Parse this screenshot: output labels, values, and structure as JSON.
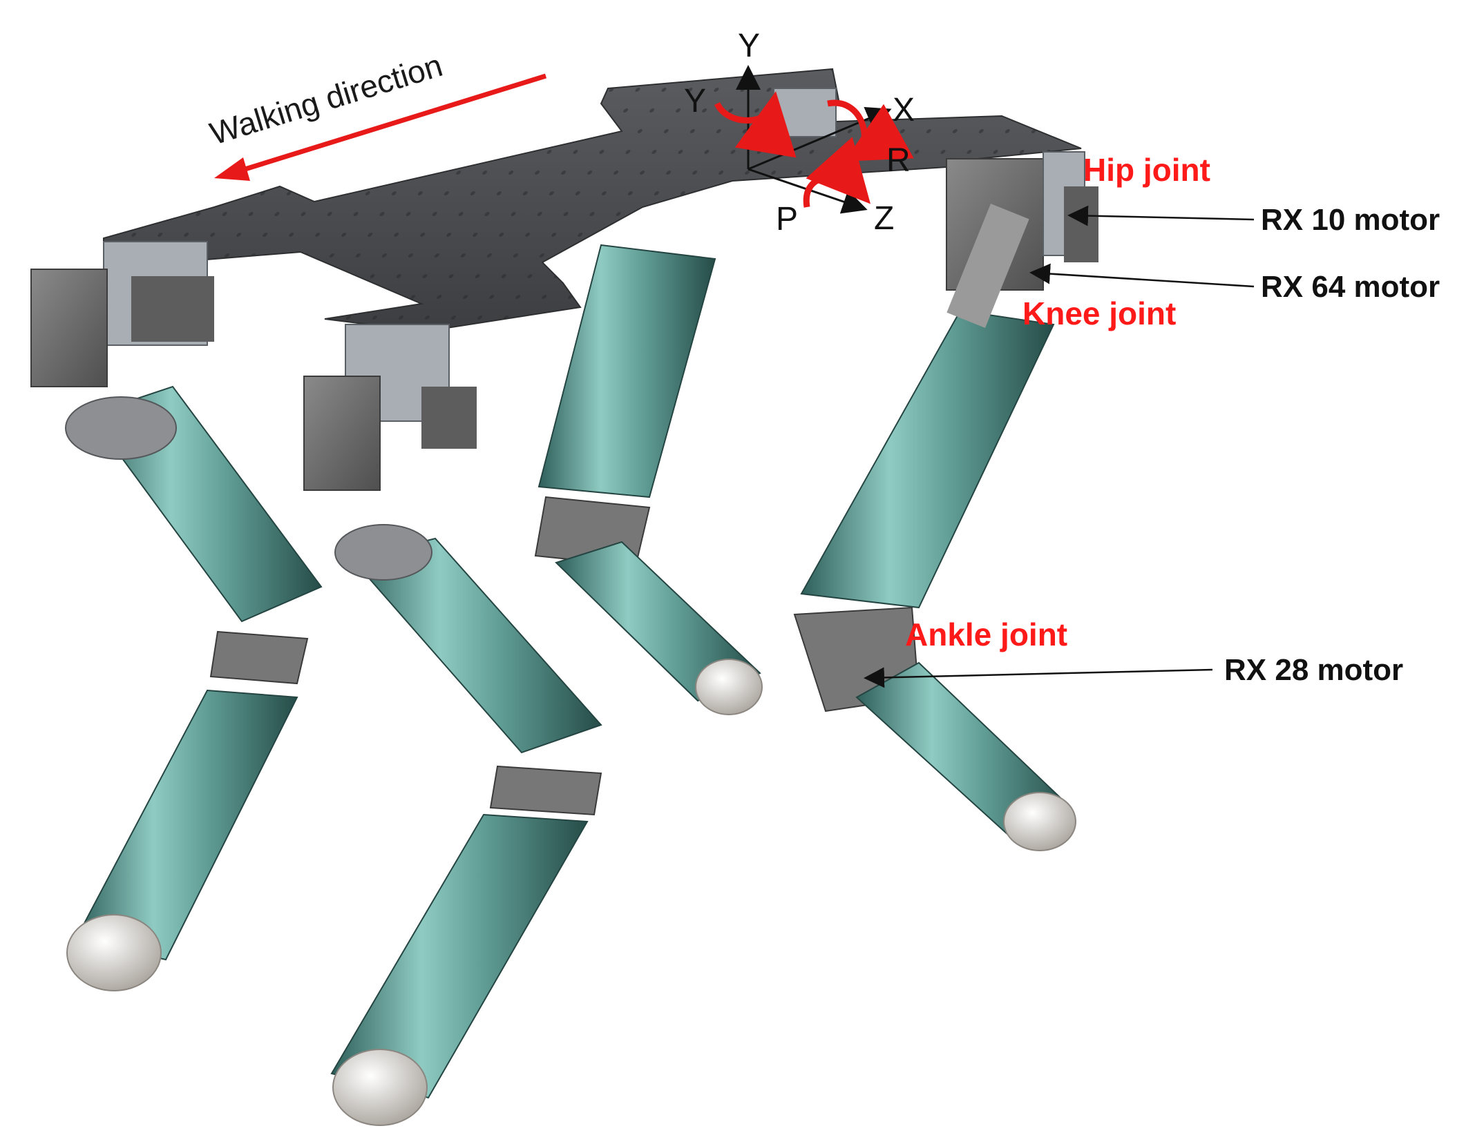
{
  "labels": {
    "walking_direction": "Walking direction",
    "axis_y_top": "Y",
    "axis_y_rot": "Y",
    "axis_x": "X",
    "axis_r": "R",
    "axis_p": "P",
    "axis_z": "Z",
    "hip_joint": "Hip joint",
    "knee_joint": "Knee joint",
    "ankle_joint": "Ankle joint",
    "rx10_motor": "RX 10 motor",
    "rx64_motor": "RX 64 motor",
    "rx28_motor": "RX 28 motor"
  },
  "colors": {
    "joint_label": "#ff1a1a",
    "walking_arrow": "#e81919",
    "rotation_arrow": "#e81919",
    "plate": "#4a4c4f",
    "leg_tube": "#6fa8a0",
    "motor": "#6b6b6b",
    "foot": "#e8e4df"
  }
}
